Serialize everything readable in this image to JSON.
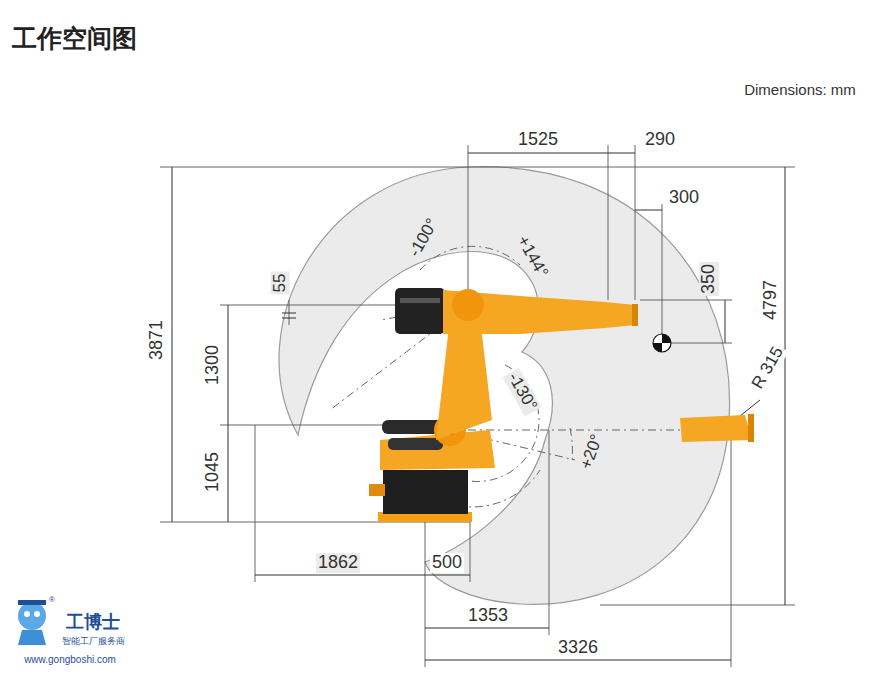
{
  "diagram": {
    "title": "工作空间图",
    "labels": [
      "Dimensions: mm",
      "1525",
      "290",
      "300",
      "350",
      "4797",
      "-100°",
      "+144°",
      "55",
      "3871",
      "1300",
      "-130°",
      "R 315",
      "+20°",
      "1045",
      "1862",
      "500",
      "1353",
      "3326",
      "®",
      "工博士",
      "智能工厂服务商",
      "www.gongboshi.com"
    ]
  }
}
